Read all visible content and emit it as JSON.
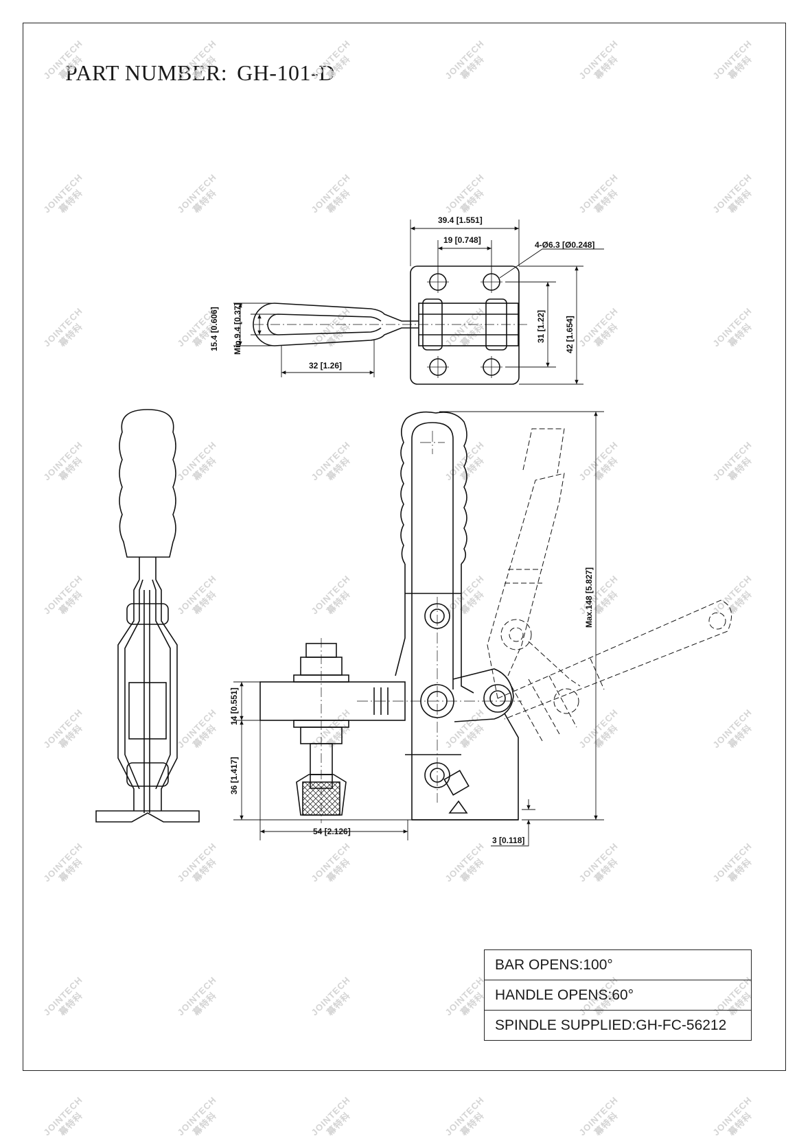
{
  "title": {
    "label": "PART NUMBER:",
    "value": "GH-101-D"
  },
  "watermark": {
    "text": "JOINTECH",
    "subtext": "幕特科"
  },
  "dimensions": {
    "top_width": "39.4 [1.551]",
    "hole_pitch_x": "19 [0.748]",
    "hole_dia": "4-Ø6.3 [Ø0.248]",
    "hole_pitch_y": "31 [1.22]",
    "base_height": "42 [1.654]",
    "handle_width": "15.4 [0.606]",
    "slot_width": "Min.9.4 [0.37]",
    "slot_length": "32 [1.26]",
    "max_height": "Max.148 [5.827]",
    "bar_thickness": "14 [0.551]",
    "spindle_height": "36 [1.417]",
    "bar_reach": "54 [2.126]",
    "base_thickness": "3 [0.118]"
  },
  "notes": [
    "BAR OPENS:100°",
    "HANDLE OPENS:60°",
    "SPINDLE SUPPLIED:GH-FC-56212"
  ]
}
